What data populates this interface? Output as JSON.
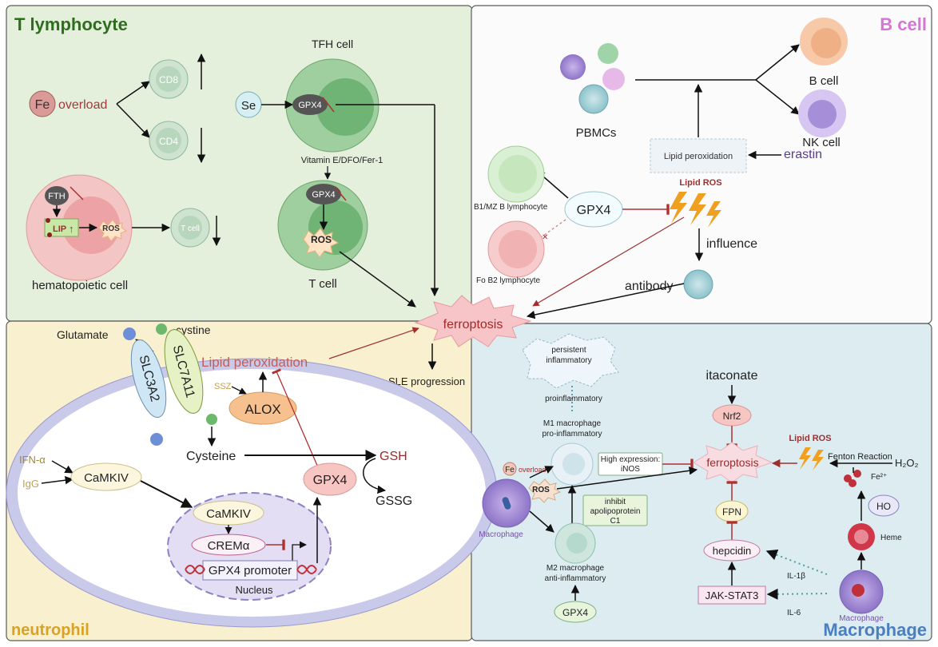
{
  "colors": {
    "t_panel": "#e4f0dc",
    "b_panel": "#fbfbfb",
    "n_panel": "#f8f0cf",
    "m_panel": "#dcecf0",
    "green_title": "#2e6e1e",
    "pink_title": "#d575d5",
    "gold_title": "#d9a226",
    "blue_title": "#4a7fc0",
    "inhibit_red": "#b03030",
    "ferroptosis_fill": "#f7c4c8"
  },
  "t_panel": {
    "title": "T lymphocyte",
    "fe": "Fe",
    "overload": "overload",
    "cd8": "CD8",
    "cd4": "CD4",
    "fth": "FTH",
    "lip": "LIP",
    "ros": "ROS",
    "t_cell_small": "T cell",
    "hematopoietic": "hematopoietic cell",
    "tfh": "TFH cell",
    "se": "Se",
    "gpx4_top": "GPX4",
    "vitamin": "Vitamin E/DFO/Fer-1",
    "gpx4_bottom": "GPX4",
    "ros_bottom": "ROS",
    "t_cell_label": "T cell"
  },
  "b_panel": {
    "title": "B cell",
    "pbmcs": "PBMCs",
    "b_cell": "B cell",
    "nk_cell": "NK cell",
    "lipid_peroxidation": "Lipid peroxidation",
    "erastin": "erastin",
    "lipid_ros": "Lipid ROS",
    "gpx4": "GPX4",
    "b1": "B1/MZ B lymphocyte",
    "fo": "Fo B2 lymphocyte",
    "influence": "influence",
    "antibody": "antibody"
  },
  "center": {
    "ferroptosis": "ferroptosis",
    "sle": "SLE progression"
  },
  "n_panel": {
    "title": "neutrophil",
    "glutamate": "Glutamate",
    "cystine": "cystine",
    "slc3a2": "SLC3A2",
    "slc7a11": "SLC7A11",
    "lipid_peroxidation": "Lipid peroxidation",
    "ssz": "SSZ",
    "alox": "ALOX",
    "cysteine": "Cysteine",
    "gsh": "GSH",
    "gssg": "GSSG",
    "gpx4": "GPX4",
    "ifn": "IFN-α",
    "igg": "IgG",
    "camkiv": "CaMKIV",
    "camkiv_inner": "CaMKIV",
    "crem": "CREMα",
    "gpx4_promoter": "GPX4 promoter",
    "nucleus": "Nucleus"
  },
  "m_panel": {
    "title": "Macrophage",
    "persistent": "persistent",
    "inflammatory": "inflammatory",
    "proinflammatory": "proinflammatory",
    "m1_line1": "M1 macrophage",
    "m1_line2": "pro-inflammatory",
    "fe": "Fe",
    "overload": "overload",
    "ros": "ROS",
    "high_expr_1": "High expression:",
    "high_expr_2": "iNOS",
    "macrophage_left": "Macrophage",
    "inhibit_1": "inhibit",
    "inhibit_2": "apolipoprotein",
    "inhibit_3": "C1",
    "m2_line1": "M2 macrophage",
    "m2_line2": "anti-inflammatory",
    "gpx4": "GPX4",
    "itaconate": "itaconate",
    "nrf2": "Nrf2",
    "ferroptosis": "ferroptosis",
    "fpn": "FPN",
    "hepcidin": "hepcidin",
    "jak": "JAK-STAT3",
    "il1b": "IL-1β",
    "il6": "IL-6",
    "lipid_ros": "Lipid ROS",
    "fenton": "Fenton Reaction",
    "h2o2": "H₂O₂",
    "fe2": "Fe²⁺",
    "ho": "HO",
    "heme": "Heme",
    "macrophage_right": "Macrophage"
  }
}
